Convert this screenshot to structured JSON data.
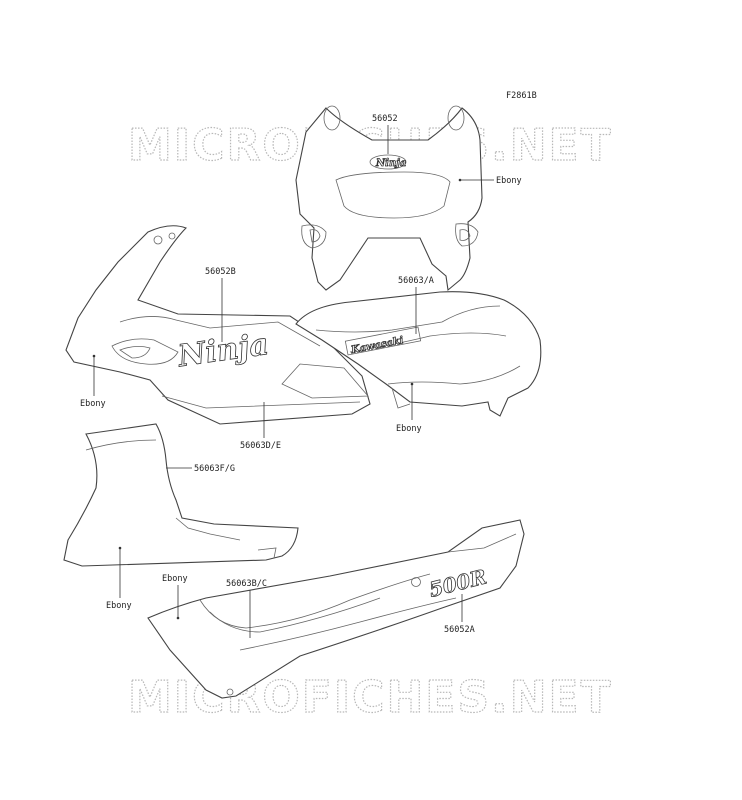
{
  "diagram": {
    "figure_code": "F2861B",
    "watermark": "MICROFICHES.NET",
    "part_labels": {
      "windscreen_decal": "56052",
      "windscreen_color": "Ebony",
      "side_cowl_decal": "56052B",
      "side_cowl_color": "Ebony",
      "side_cowl_stripe": "56063D/E",
      "tank_stripe": "56063/A",
      "tank_color": "Ebony",
      "lower_cowl_stripe": "56063F/G",
      "lower_cowl_color": "Ebony",
      "tail_stripe": "56063B/C",
      "tail_color": "Ebony",
      "tail_decal": "56052A"
    },
    "decal_text": {
      "ninja_small": "Ninja",
      "ninja_large": "Ninja",
      "kawasaki": "Kawasaki",
      "model": "500R"
    }
  }
}
